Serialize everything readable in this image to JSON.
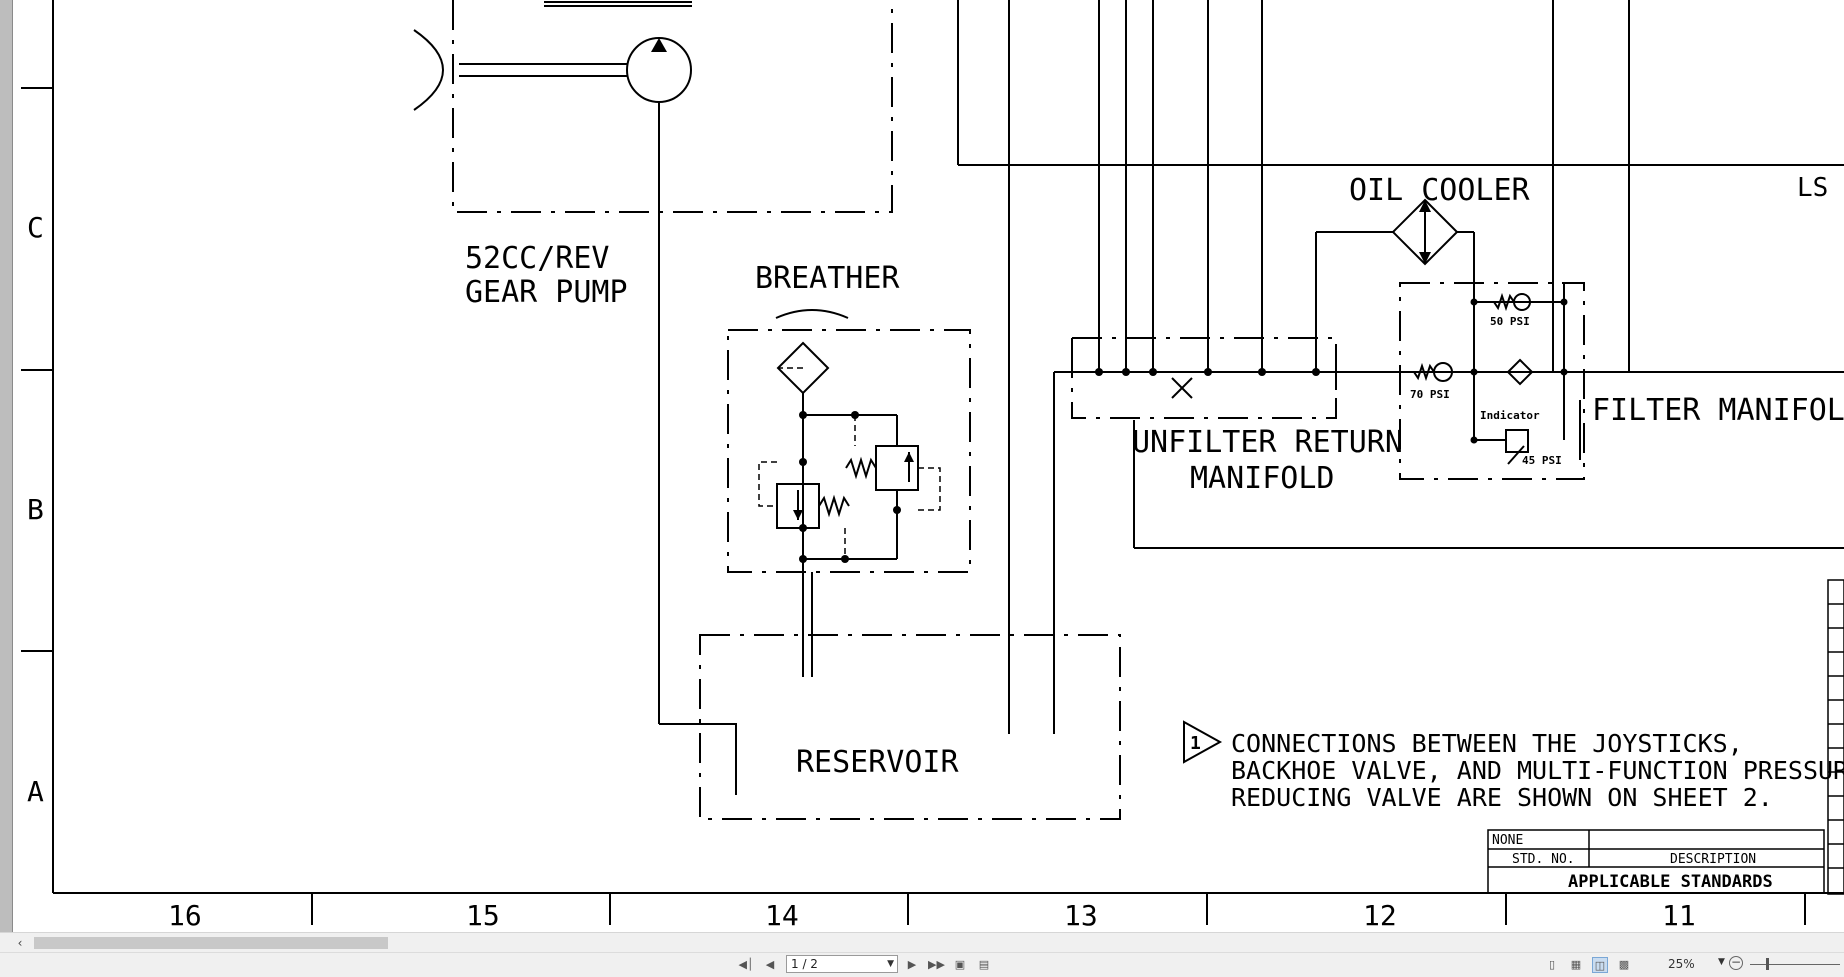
{
  "drawing": {
    "row_labels": [
      "C",
      "B",
      "A"
    ],
    "column_labels": [
      "16",
      "15",
      "14",
      "13",
      "12",
      "11"
    ],
    "pump_label_line1": "52CC/REV",
    "pump_label_line2": "GEAR PUMP",
    "breather_label": "BREATHER",
    "reservoir_label": "RESERVOIR",
    "oil_cooler_label": "OIL COOLER",
    "ls_label": "LS",
    "unfilter_label_line1": "UNFILTER RETURN",
    "unfilter_label_line2": "MANIFOLD",
    "filter_manifold_label": "FILTER MANIFOL",
    "psi_50": "50 PSI",
    "psi_70": "70 PSI",
    "psi_45": "45 PSI",
    "indicator_label": "Indicator",
    "note_number": "1",
    "note_line1": "CONNECTIONS BETWEEN THE JOYSTICKS,",
    "note_line2": "BACKHOE VALVE, AND MULTI-FUNCTION PRESSURE",
    "note_line3": "REDUCING VALVE ARE SHOWN ON SHEET 2.",
    "table_none": "NONE",
    "table_std_no": "STD. NO.",
    "table_description": "DESCRIPTION",
    "table_title": "APPLICABLE STANDARDS"
  },
  "statusbar": {
    "page_indicator": "1 / 2",
    "zoom_level": "25%"
  },
  "icons": {
    "first_page": "first-page-icon",
    "prev_page": "previous-page-icon",
    "next_page": "next-page-icon",
    "last_page": "last-page-icon"
  }
}
